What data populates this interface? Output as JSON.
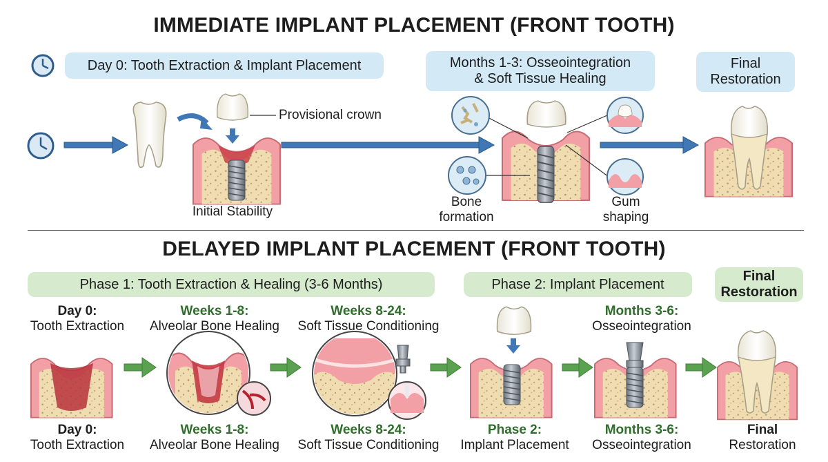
{
  "immediate": {
    "title": "IMMEDIATE IMPLANT PLACEMENT (FRONT TOOTH)",
    "day0_pill": "Day 0: Tooth Extraction & Implant Placement",
    "months_pill_line1": "Months 1-3: Osseointegration",
    "months_pill_line2": "& Soft Tissue Healing",
    "final_pill_line1": "Final",
    "final_pill_line2": "Restoration",
    "provisional_crown": "Provisional crown",
    "initial_stability": "Initial Stability",
    "bone_formation_line1": "Bone",
    "bone_formation_line2": "formation",
    "gum_shaping_line1": "Gum",
    "gum_shaping_line2": "shaping"
  },
  "delayed": {
    "title": "DELAYED IMPLANT PLACEMENT (FRONT TOOTH)",
    "phase1_pill": "Phase 1: Tooth Extraction & Healing (3-6 Months)",
    "phase2_pill": "Phase 2: Implant Placement",
    "final_pill_line1": "Final",
    "final_pill_line2": "Restoration",
    "top_labels": [
      {
        "head": "Day 0:",
        "sub": "Tooth Extraction"
      },
      {
        "head": "Weeks 1-8:",
        "sub": "Alveolar Bone Healing"
      },
      {
        "head": "Weeks 8-24:",
        "sub": "Soft Tissue Conditioning"
      },
      {
        "head": "Months 3-6:",
        "sub": "Osseointegration"
      }
    ],
    "bottom_labels": [
      {
        "head": "Day 0:",
        "sub": "Tooth Extraction"
      },
      {
        "head": "Weeks 1-8:",
        "sub": "Alveolar Bone Healing"
      },
      {
        "head": "Weeks 8-24:",
        "sub": "Soft Tissue Conditioning"
      },
      {
        "head": "Phase 2:",
        "sub": "Implant Placement"
      },
      {
        "head": "Months 3-6:",
        "sub": "Osseointegration"
      },
      {
        "head": "Final",
        "sub": "Restoration"
      }
    ]
  },
  "colors": {
    "blue_pill": "#d3e9f5",
    "green_pill": "#d6ebcd",
    "blue_arrow": "#3f78b5",
    "green_arrow": "#5aa24f",
    "gum": "#f2a0a6",
    "bone": "#efdcb0",
    "tooth": "#f7f5ee",
    "implant": "#8a8f96",
    "green_text": "#2f6e2a"
  },
  "icons": [
    "clock-icon",
    "tooth-icon",
    "crown-icon",
    "implant-icon",
    "abutment-icon",
    "arrow-right-icon",
    "bone-cells-icon",
    "gum-detail-icon",
    "blood-vessel-icon"
  ]
}
